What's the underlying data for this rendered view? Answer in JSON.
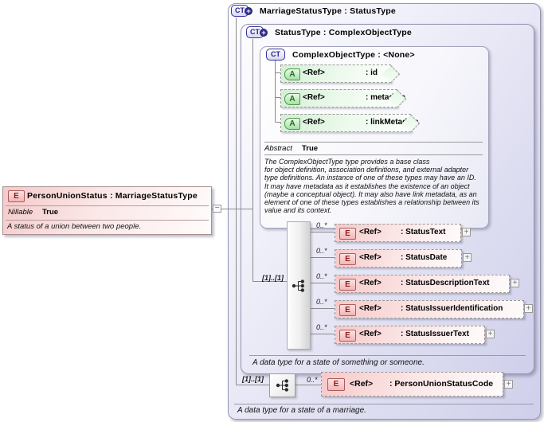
{
  "person_union_status": {
    "kind": "E",
    "title": "PersonUnionStatus : MarriageStatusType",
    "nillable_label": "Nillable",
    "nillable_value": "True",
    "description": "A status of a union between two people.",
    "collapse_icon": "−"
  },
  "marriage_status_type": {
    "kind": "CT",
    "badge": "+",
    "title": "MarriageStatusType : StatusType",
    "footer": "A data type for a state of a marriage.",
    "sequence": {
      "cardinality": "[1]..[1]",
      "element": {
        "occurs": "0..*",
        "kind": "E",
        "ref": "<Ref>",
        "name": ": PersonUnionStatusCode",
        "expand_icon": "+"
      }
    }
  },
  "status_type": {
    "kind": "CT",
    "badge": "+",
    "title": "StatusType : ComplexObjectType",
    "footer": "A data type for a state of something or someone.",
    "sequence": {
      "cardinality": "[1]..[1]",
      "elements": [
        {
          "occurs": "0..*",
          "kind": "E",
          "ref": "<Ref>",
          "name": ": StatusText",
          "expand_icon": "+"
        },
        {
          "occurs": "0..*",
          "kind": "E",
          "ref": "<Ref>",
          "name": ": StatusDate",
          "expand_icon": "+"
        },
        {
          "occurs": "0..*",
          "kind": "E",
          "ref": "<Ref>",
          "name": ": StatusDescriptionText",
          "expand_icon": "+"
        },
        {
          "occurs": "0..*",
          "kind": "E",
          "ref": "<Ref>",
          "name": ": StatusIssuerIdentification",
          "expand_icon": "+"
        },
        {
          "occurs": "0..*",
          "kind": "E",
          "ref": "<Ref>",
          "name": ": StatusIssuerText",
          "expand_icon": "+"
        }
      ]
    }
  },
  "complex_object_type": {
    "kind": "CT",
    "title": "ComplexObjectType : <None>",
    "attributes": [
      {
        "kind": "A",
        "ref": "<Ref>",
        "name": ": id"
      },
      {
        "kind": "A",
        "ref": "<Ref>",
        "name": ": metadata"
      },
      {
        "kind": "A",
        "ref": "<Ref>",
        "name": ": linkMetadata"
      }
    ],
    "abstract_label": "Abstract",
    "abstract_value": "True",
    "description_lines": [
      "The ComplexObjectType type provides a base class",
      "for object definition, association definitions, and external adapter",
      "type definitions. An instance of one of these types may have an ID.",
      "It may have metadata as it establishes the existence of an object",
      "(maybe a conceptual object). It may also have link metadata, as an",
      "element of one of these types establishes a relationship between its",
      "value and its context."
    ]
  },
  "colors": {
    "element_pink": "#f6c8c8",
    "attribute_green": "#d4f0d4",
    "type_lavender": "#d9d9ef",
    "element_icon_red": "#8d1d1d",
    "attribute_icon_green": "#1f6f1f",
    "complex_type_navy": "#22228a"
  }
}
